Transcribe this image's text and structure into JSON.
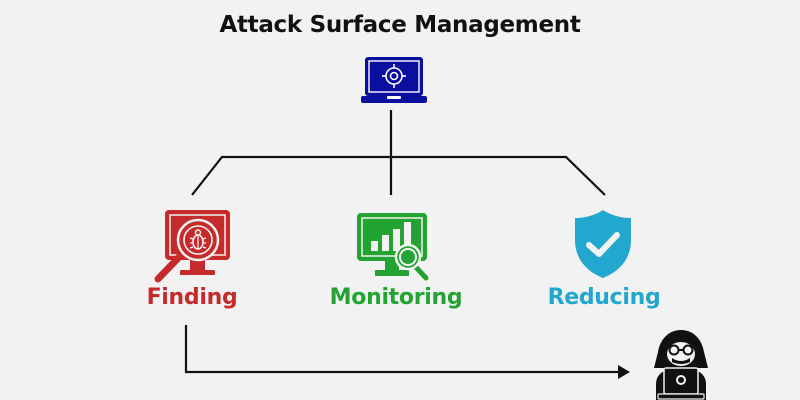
{
  "title": "Attack Surface Management",
  "colors": {
    "root": "#0a0f9e",
    "finding": "#c62b2b",
    "monitoring": "#22a332",
    "reducing": "#22a7cf",
    "line": "#111111",
    "background": "#f2f2f2"
  },
  "root": {
    "icon": "laptop-target-icon"
  },
  "branches": [
    {
      "id": "finding",
      "label": "Finding",
      "icon": "monitor-bug-search-icon"
    },
    {
      "id": "monitoring",
      "label": "Monitoring",
      "icon": "monitor-chart-search-icon"
    },
    {
      "id": "reducing",
      "label": "Reducing",
      "icon": "shield-check-icon"
    }
  ],
  "outcome": {
    "icon": "hacker-laptop-icon"
  }
}
